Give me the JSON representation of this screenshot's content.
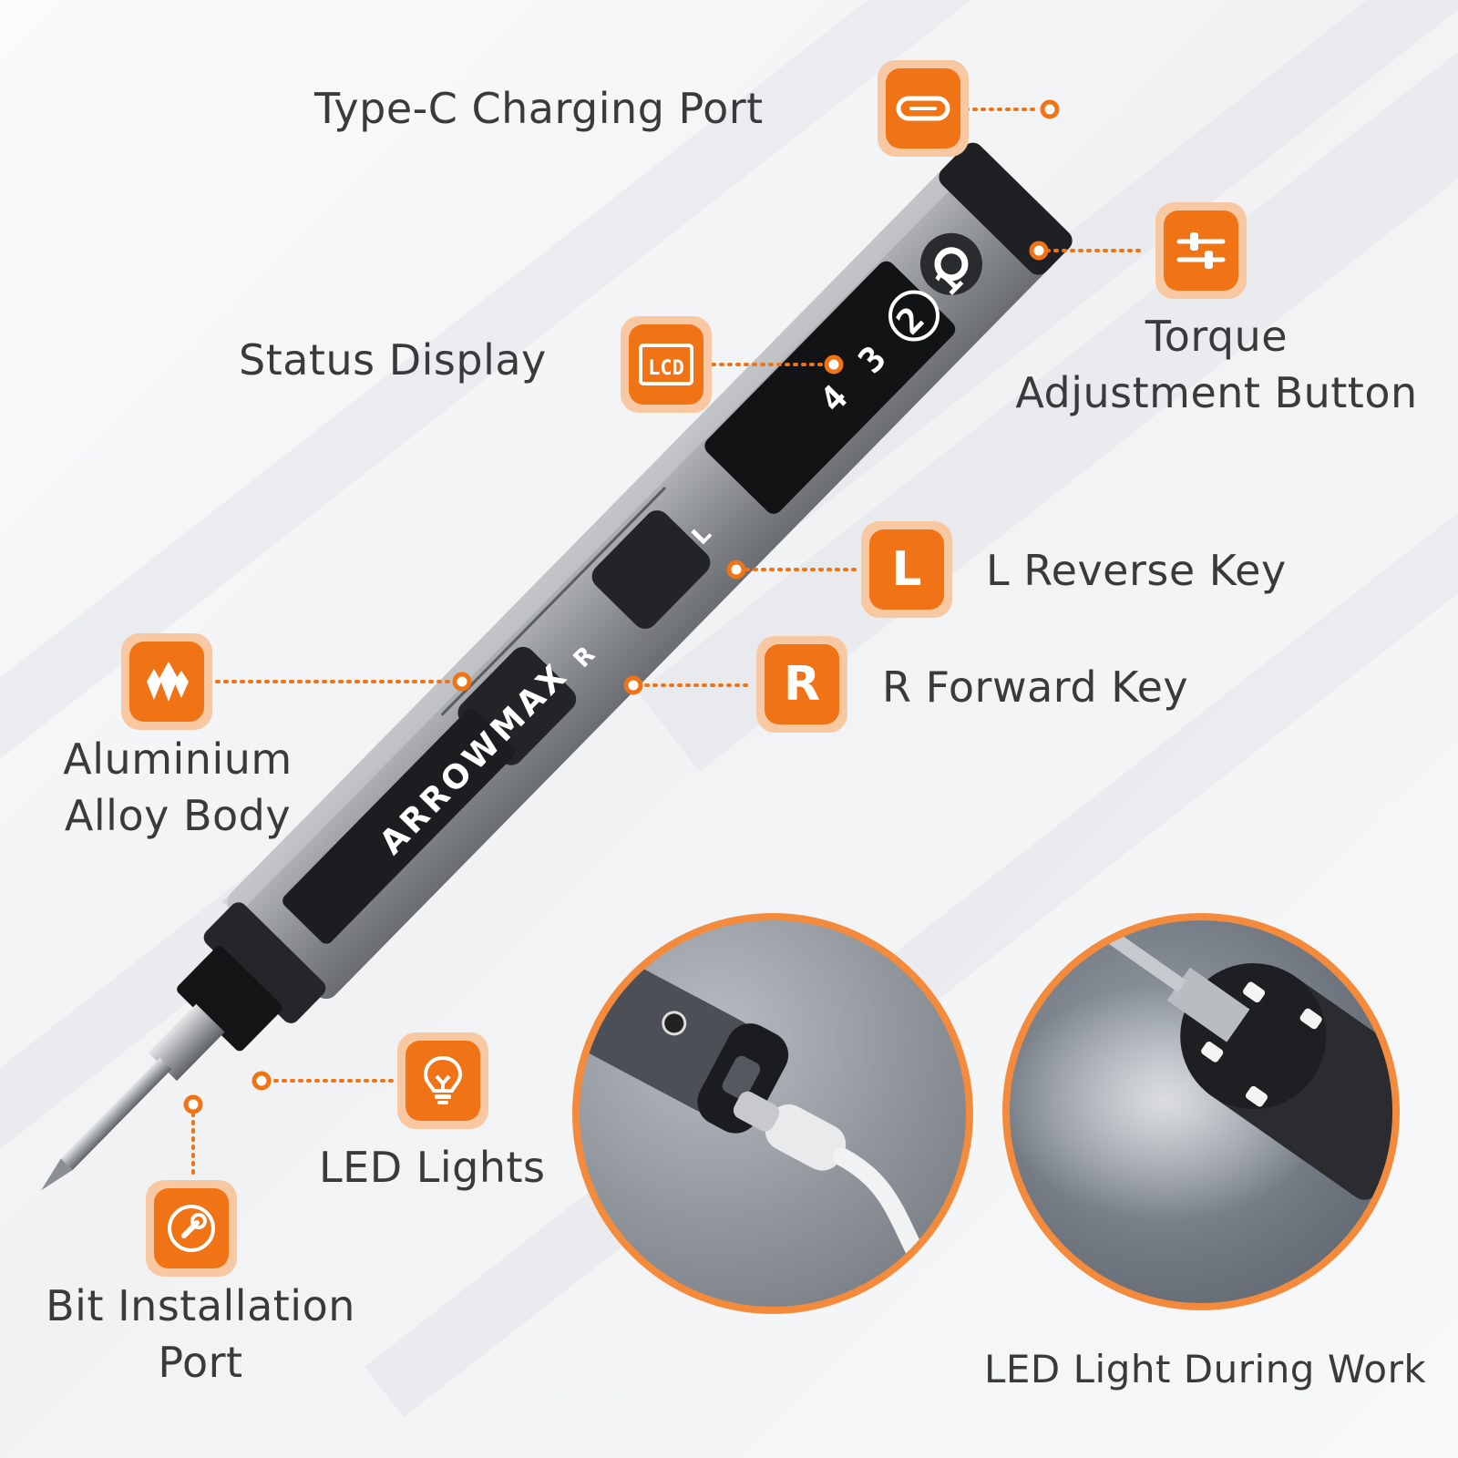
{
  "callouts": {
    "type_c": "Type-C Charging Port",
    "status": "Status Display",
    "torque_line1": "Torque",
    "torque_line2": "Adjustment Button",
    "l_key": "L Reverse Key",
    "r_key": "R Forward Key",
    "alloy_line1": "Aluminium",
    "alloy_line2": "Alloy Body",
    "led": "LED Lights",
    "bit_line1": "Bit Installation",
    "bit_line2": "Port",
    "led_work": "LED Light During Work"
  },
  "badges": {
    "l_letter": "L",
    "r_letter": "R"
  },
  "device": {
    "brand": "ARROWMAX",
    "display_digits": [
      "1",
      "2",
      "3",
      "4"
    ],
    "l_button": "L",
    "r_button": "R"
  },
  "colors": {
    "accent": "#f07416",
    "accent_light": "#f7c8a2",
    "body_gray": "#8a8d92",
    "text": "#3a3a3c"
  }
}
